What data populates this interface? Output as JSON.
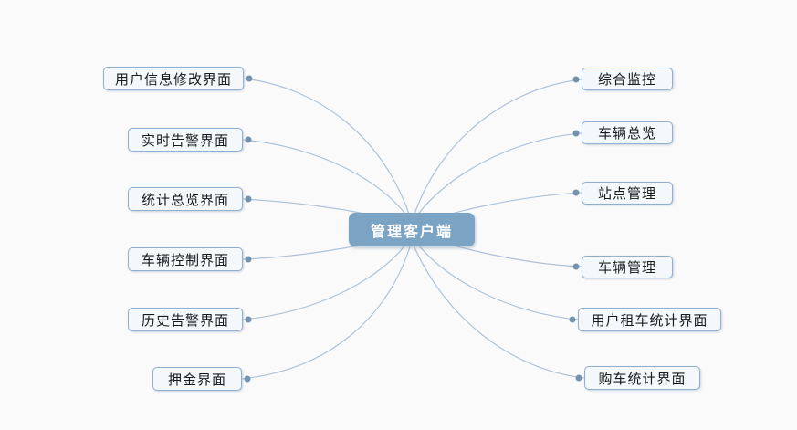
{
  "diagram": {
    "center": {
      "label": "管理客户端"
    },
    "left_nodes": [
      {
        "label": "用户信息修改界面"
      },
      {
        "label": "实时告警界面"
      },
      {
        "label": "统计总览界面"
      },
      {
        "label": "车辆控制界面"
      },
      {
        "label": "历史告警界面"
      },
      {
        "label": "押金界面"
      }
    ],
    "right_nodes": [
      {
        "label": "综合监控"
      },
      {
        "label": "车辆总览"
      },
      {
        "label": "站点管理"
      },
      {
        "label": "车辆管理"
      },
      {
        "label": "用户租车统计界面"
      },
      {
        "label": "购车统计界面"
      }
    ]
  },
  "colors": {
    "background": "#fafafa",
    "center_node_fill": "#7ba3c3",
    "center_node_text": "#ffffff",
    "child_node_fill": "#f4f8fb",
    "child_node_border": "#8fafd0",
    "child_node_text": "#1a1a1a",
    "connector_line": "#aec3d9",
    "connector_dot": "#7392ae"
  }
}
